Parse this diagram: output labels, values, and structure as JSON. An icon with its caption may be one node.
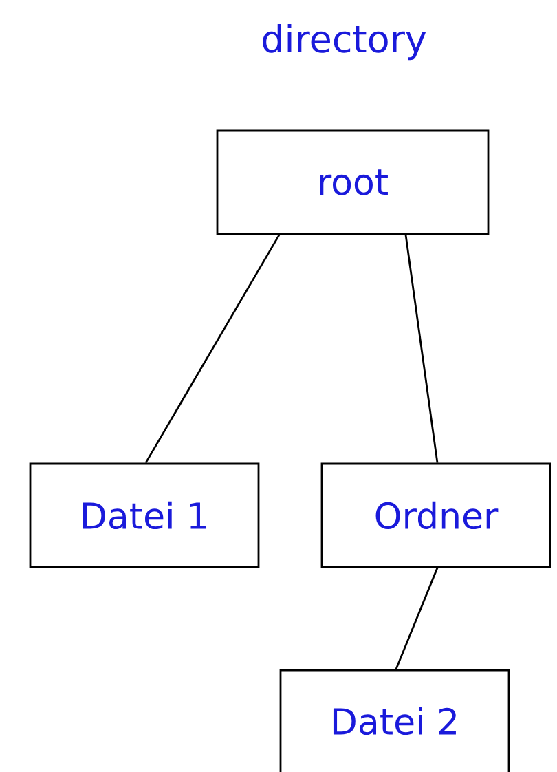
{
  "diagram": {
    "title": "directory",
    "nodes": [
      {
        "text": [
          "root"
        ]
      },
      {
        "text": [
          "Datei 1"
        ]
      },
      {
        "text": [
          "Ordner"
        ]
      },
      {
        "text": [
          "Datei 2"
        ]
      }
    ],
    "edges": [
      {
        "from": 0,
        "to": 1,
        "arrow": "none"
      },
      {
        "from": 0,
        "to": 2,
        "arrow": "none"
      },
      {
        "from": 2,
        "to": 3,
        "arrow": "none"
      }
    ]
  }
}
